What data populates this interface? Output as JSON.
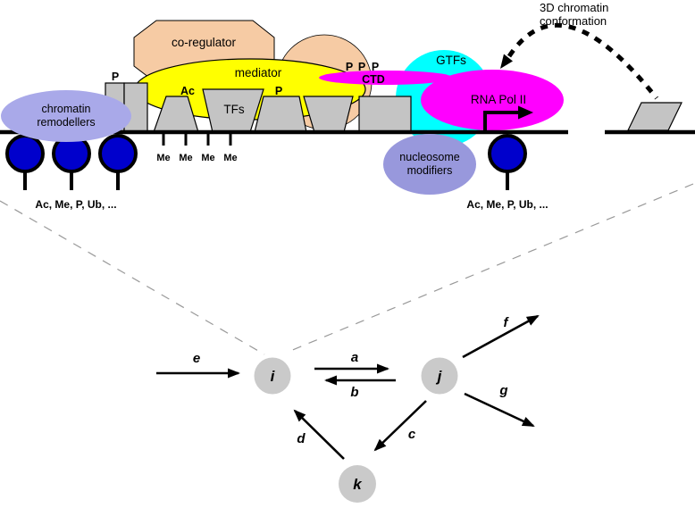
{
  "figure": {
    "top": {
      "chromatin_remodellers_label": {
        "line1": "chromatin",
        "line2": "remodellers"
      },
      "co_regulator_label": "co-regulator",
      "mediator_label": "mediator",
      "tfs_label": "TFs",
      "ctd_label": "CTD",
      "gtfs_label": "GTFs",
      "rna_pol_label": "RNA Pol II",
      "nucleosome_modifiers_label": {
        "line1": "nucleosome",
        "line2": "modifiers"
      },
      "conformation_label": {
        "line1": "3D chromatin",
        "line2": "conformation"
      },
      "marks": {
        "p_promoter": "P",
        "ac": "Ac",
        "p_tf": "P",
        "ctd_p": [
          "P",
          "P",
          "P"
        ],
        "me": [
          "Me",
          "Me",
          "Me",
          "Me"
        ],
        "tail_left": "Ac, Me, P, Ub, ...",
        "tail_right": "Ac, Me, P, Ub, ..."
      }
    },
    "network": {
      "nodes": [
        {
          "id": "i"
        },
        {
          "id": "j"
        },
        {
          "id": "k"
        }
      ],
      "edges": [
        {
          "label": "a",
          "from": "i",
          "to": "j"
        },
        {
          "label": "b",
          "from": "j",
          "to": "i"
        },
        {
          "label": "c",
          "from": "j",
          "to": "k"
        },
        {
          "label": "d",
          "from": "k",
          "to": "i"
        },
        {
          "label": "e",
          "to": "i"
        },
        {
          "label": "f",
          "from": "j"
        },
        {
          "label": "g",
          "from": "j"
        }
      ]
    },
    "colors": {
      "peach": "#F6CBA4",
      "yellow": "#FFFF00",
      "magenta": "#FF00FF",
      "cyan": "#00FFFF",
      "lavender": "#A9A9E9",
      "purple": "#9898DC",
      "histone_blue": "#0000CC",
      "shape_grey": "#C4C4C4",
      "node_grey": "#CACACA"
    }
  }
}
